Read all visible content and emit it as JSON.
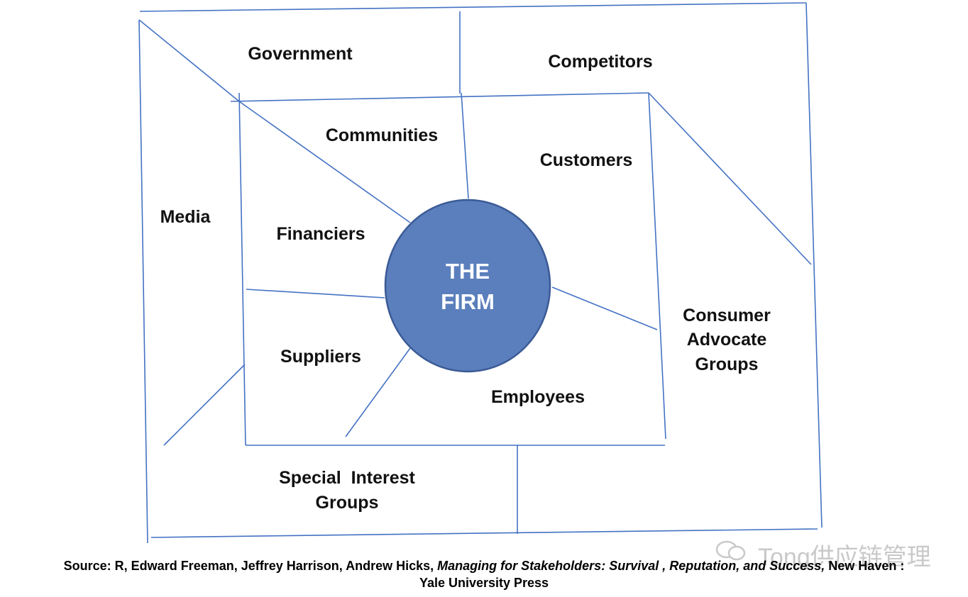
{
  "colors": {
    "line": "#4472c4",
    "firm_fill": "#5b7fbc",
    "firm_stroke": "#3a5a95",
    "label": "#111111",
    "firm_text": "#ffffff"
  },
  "center": {
    "line1": "THE",
    "line2": "FIRM"
  },
  "inner_stakeholders": {
    "communities": "Communities",
    "customers": "Customers",
    "financiers": "Financiers",
    "suppliers": "Suppliers",
    "employees": "Employees"
  },
  "outer_stakeholders": {
    "government": "Government",
    "competitors": "Competitors",
    "media": "Media",
    "consumer_advocate_1": "Consumer",
    "consumer_advocate_2": "Advocate",
    "consumer_advocate_3": "Groups",
    "special_interest_1": "Special  Interest",
    "special_interest_2": "Groups"
  },
  "watermark": {
    "icon": "wechat-icon",
    "text": "Tong供应链管理"
  },
  "source": {
    "prefix": "Source: R, Edward Freeman, Jeffrey Harrison, Andrew Hicks, ",
    "title": "Managing for Stakeholders: Survival , Reputation, and Success,",
    "suffix": " New Haven :",
    "line2": "Yale University Press"
  }
}
